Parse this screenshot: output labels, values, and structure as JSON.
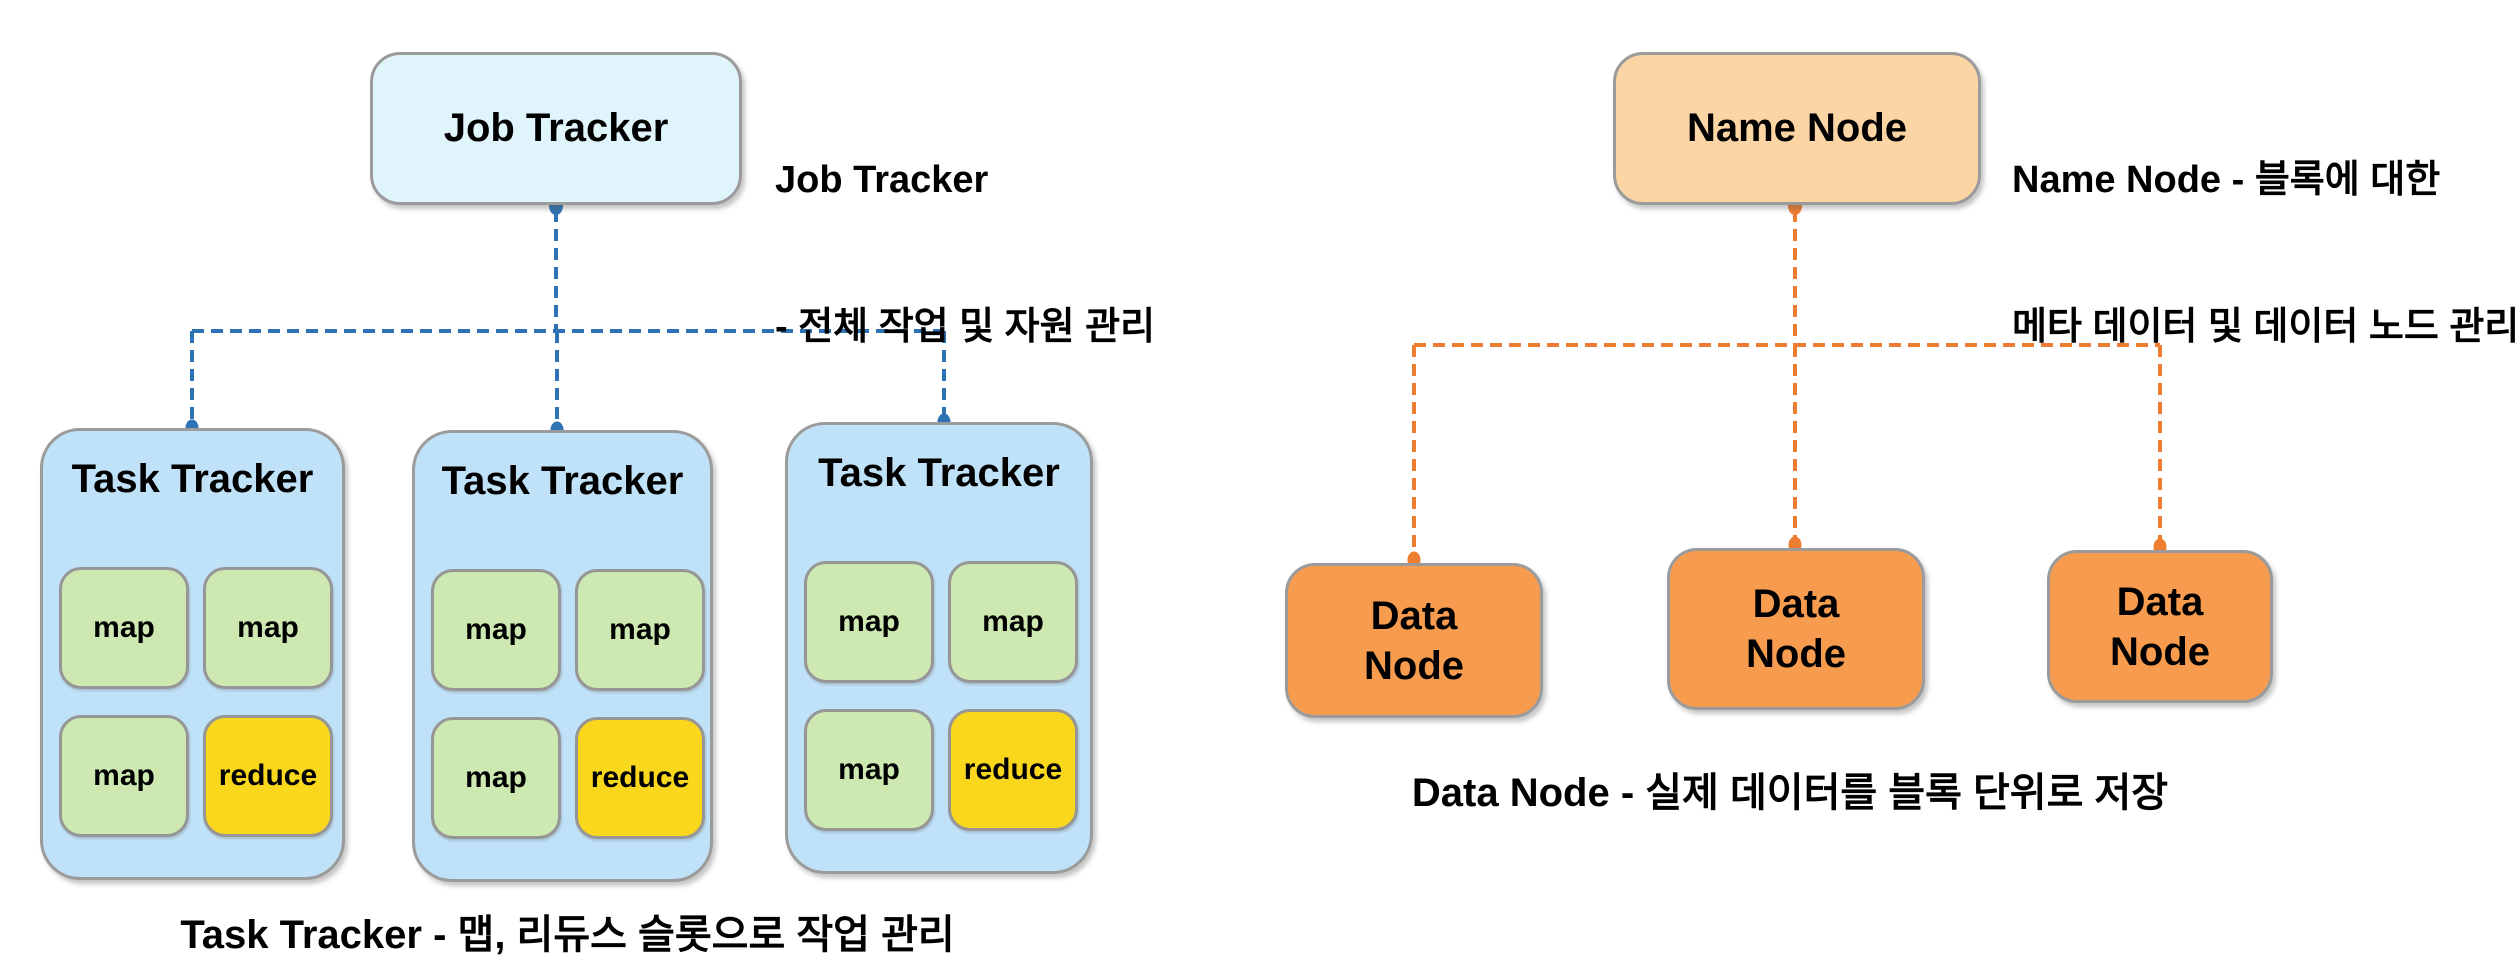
{
  "mapreduce": {
    "job_tracker_label": "Job Tracker",
    "job_tracker_note_line1": "Job Tracker",
    "job_tracker_note_line2": "- 전체 작업 및 자원 관리",
    "task_trackers": [
      {
        "label": "Task Tracker",
        "slots": [
          "map",
          "map",
          "map",
          "reduce"
        ]
      },
      {
        "label": "Task Tracker",
        "slots": [
          "map",
          "map",
          "map",
          "reduce"
        ]
      },
      {
        "label": "Task Tracker",
        "slots": [
          "map",
          "map",
          "map",
          "reduce"
        ]
      }
    ],
    "caption": "Task Tracker - 맵, 리듀스 슬롯으로 작업 관리",
    "colors": {
      "job_tracker_fill": "#DFF4FB",
      "task_tracker_fill": "#C0E2F8",
      "map_fill": "#CDE9B1",
      "reduce_fill": "#F9D71D",
      "connector": "#2E74B5"
    }
  },
  "hdfs": {
    "name_node_label": "Name Node",
    "name_node_note_line1": "Name Node - 블록에 대한",
    "name_node_note_line2": "메타 데이터 및 데이터 노드 관리",
    "data_nodes": [
      {
        "label": "Data Node"
      },
      {
        "label": "Data Node"
      },
      {
        "label": "Data Node"
      }
    ],
    "caption": "Data Node - 실제 데이터를 블록 단위로 저장",
    "colors": {
      "name_node_fill": "#FBD5A4",
      "data_node_fill": "#F79B4F",
      "connector": "#ED7D31"
    }
  }
}
